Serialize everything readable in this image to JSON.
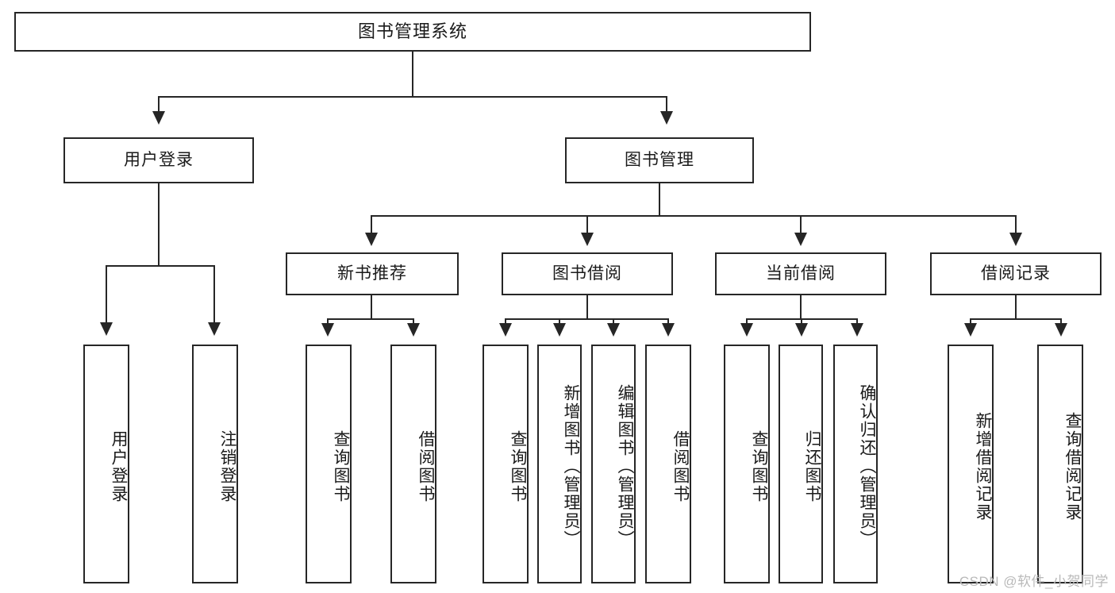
{
  "diagram": {
    "title": "图书管理系统",
    "watermark": "CSDN @软件_小贺同学",
    "levels": {
      "root": {
        "label": "图书管理系统"
      },
      "level2": [
        {
          "id": "user-login",
          "label": "用户登录"
        },
        {
          "id": "book-manage",
          "label": "图书管理"
        }
      ],
      "level3": [
        {
          "id": "new-book-recommend",
          "label": "新书推荐"
        },
        {
          "id": "book-borrow",
          "label": "图书借阅"
        },
        {
          "id": "current-borrow",
          "label": "当前借阅"
        },
        {
          "id": "borrow-record",
          "label": "借阅记录"
        }
      ],
      "leaves": [
        {
          "id": "leaf-user-login",
          "label": "用户登录",
          "parent": "user-login"
        },
        {
          "id": "leaf-logout-login",
          "label": "注销登录",
          "parent": "user-login"
        },
        {
          "id": "leaf-query-book-1",
          "label": "查询图书",
          "parent": "new-book-recommend"
        },
        {
          "id": "leaf-borrow-book-1",
          "label": "借阅图书",
          "parent": "new-book-recommend"
        },
        {
          "id": "leaf-query-book-2",
          "label": "查询图书",
          "parent": "book-borrow"
        },
        {
          "id": "leaf-add-book",
          "label": "新增图书（管理员）",
          "parent": "book-borrow"
        },
        {
          "id": "leaf-edit-book",
          "label": "编辑图书（管理员）",
          "parent": "book-borrow"
        },
        {
          "id": "leaf-borrow-book-2",
          "label": "借阅图书",
          "parent": "book-borrow"
        },
        {
          "id": "leaf-query-book-3",
          "label": "查询图书",
          "parent": "current-borrow"
        },
        {
          "id": "leaf-return-book",
          "label": "归还图书",
          "parent": "current-borrow"
        },
        {
          "id": "leaf-confirm-return",
          "label": "确认归还（管理员）",
          "parent": "current-borrow"
        },
        {
          "id": "leaf-add-record",
          "label": "新增借阅记录",
          "parent": "borrow-record"
        },
        {
          "id": "leaf-query-record",
          "label": "查询借阅记录",
          "parent": "borrow-record"
        }
      ]
    },
    "colors": {
      "stroke": "#262626",
      "background": "#ffffff",
      "text": "#1a1a1a",
      "watermark": "#b9b9b9"
    }
  }
}
